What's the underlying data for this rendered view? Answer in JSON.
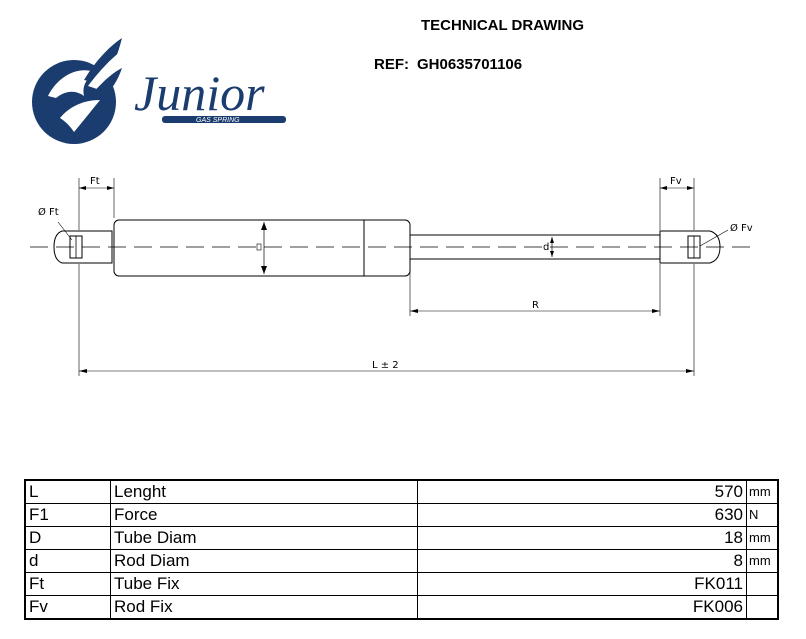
{
  "header": {
    "title": "TECHNICAL DRAWING",
    "ref_label": "REF:",
    "ref_value": "GH0635701106"
  },
  "logo": {
    "brand": "Junior",
    "tagline": "GAS SPRING",
    "brand_color": "#1a3c6e"
  },
  "drawing": {
    "labels": {
      "tube_fix": "Ft",
      "tube_fix_diam": "Ø Ft",
      "rod_fix": "Fv",
      "rod_fix_diam": "Ø Fv",
      "tube_diam": "D",
      "rod_diam": "d",
      "stroke": "R",
      "length": "L ± 2"
    }
  },
  "specs": [
    {
      "code": "L",
      "label": "Lenght",
      "value": "570",
      "unit": "mm"
    },
    {
      "code": "F1",
      "label": "Force",
      "value": "630",
      "unit": "N"
    },
    {
      "code": "D",
      "label": "Tube Diam",
      "value": "18",
      "unit": "mm"
    },
    {
      "code": "d",
      "label": "Rod Diam",
      "value": "8",
      "unit": "mm"
    },
    {
      "code": "Ft",
      "label": "Tube Fix",
      "value": "FK011",
      "unit": ""
    },
    {
      "code": "Fv",
      "label": "Rod Fix",
      "value": "FK006",
      "unit": ""
    }
  ]
}
